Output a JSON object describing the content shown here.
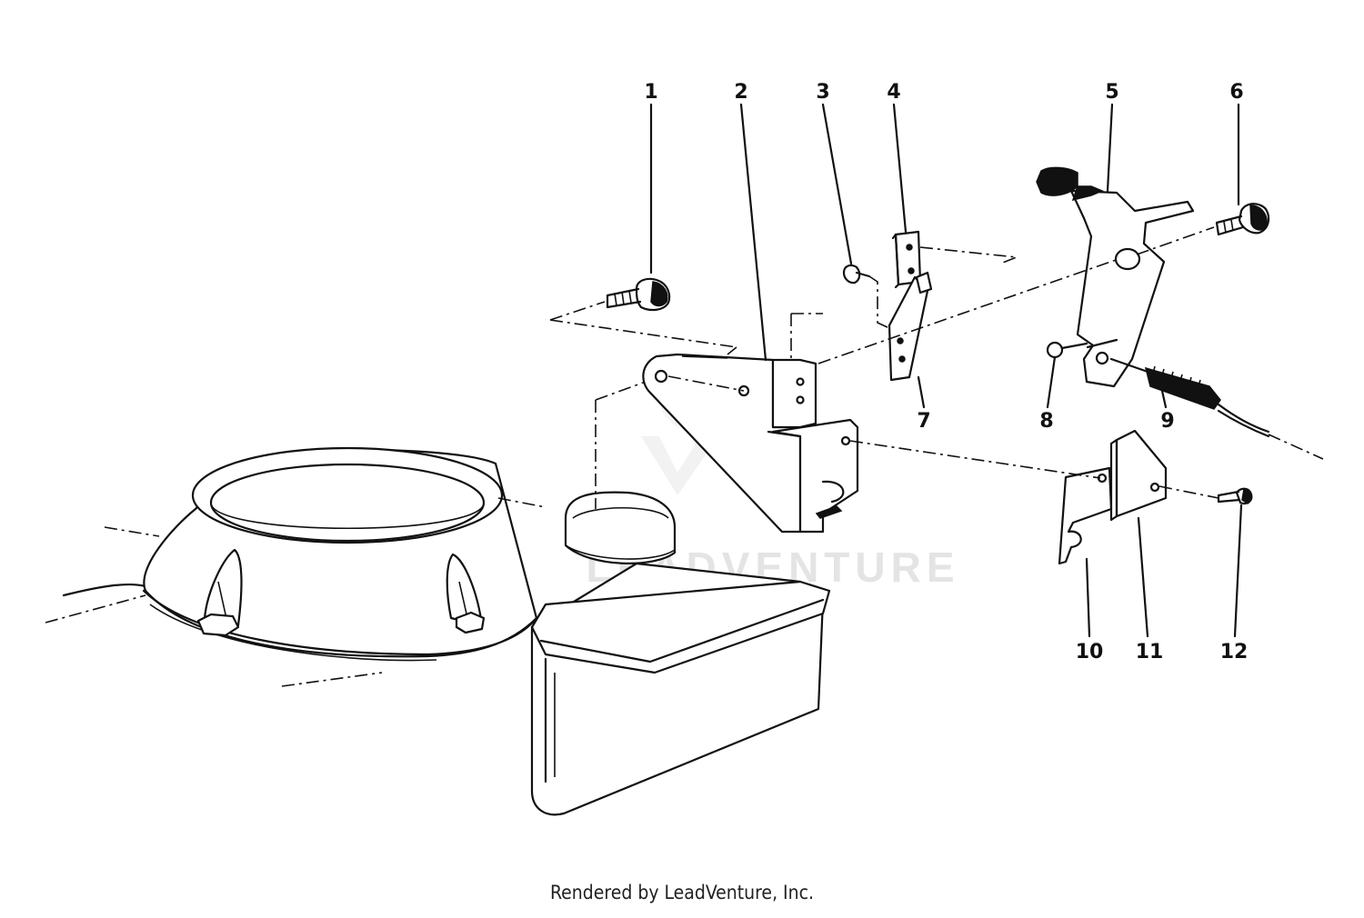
{
  "diagram": {
    "part_numbers": [
      "1",
      "2",
      "3",
      "4",
      "5",
      "6",
      "7",
      "8",
      "9",
      "10",
      "11",
      "12"
    ],
    "watermark": "LEADVENTURE",
    "footer": "Rendered by LeadVenture, Inc."
  }
}
